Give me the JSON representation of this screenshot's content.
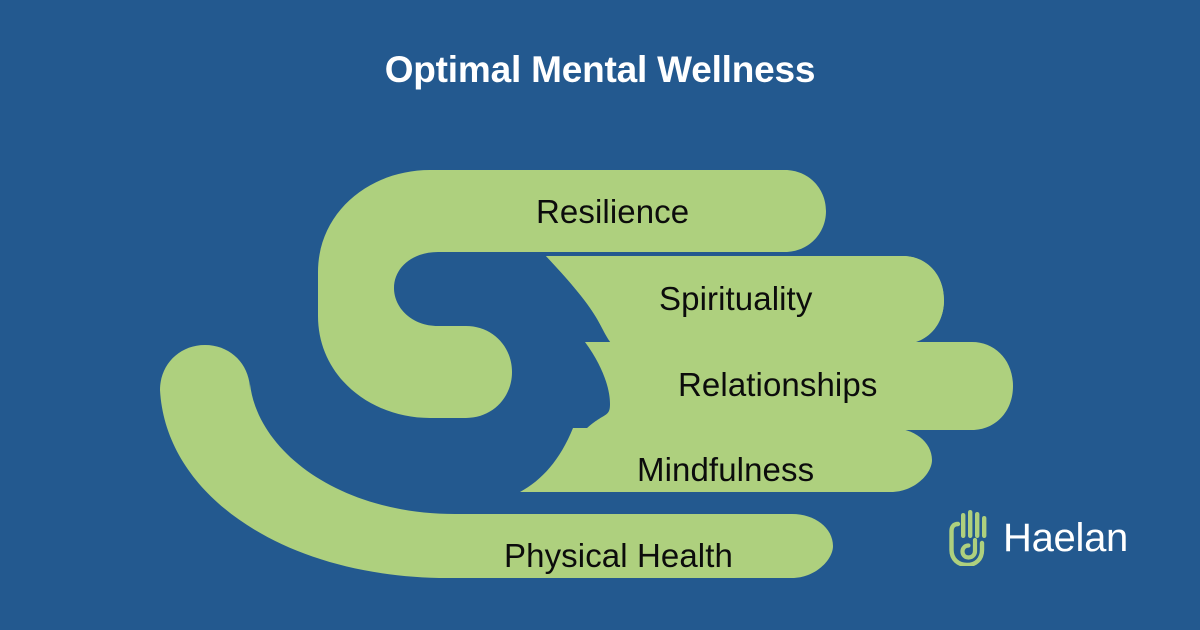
{
  "poster": {
    "title": "Optimal Mental Wellness",
    "background_color": "#23598f",
    "accent_color": "#aed07e",
    "title_color": "#ffffff",
    "label_color": "#0c0c0c"
  },
  "diagram": {
    "type": "hand-shaped stacked bars",
    "bars": [
      {
        "label": "Resilience",
        "shape": "curled-thumb-bar",
        "row": 1
      },
      {
        "label": "Spirituality",
        "shape": "finger-bar-swoop",
        "row": 2
      },
      {
        "label": "Relationships",
        "shape": "finger-bar-concave",
        "row": 3
      },
      {
        "label": "Mindfulness",
        "shape": "finger-bar-swoop",
        "row": 4
      },
      {
        "label": "Physical Health",
        "shape": "palm-arc-bar",
        "row": 5
      }
    ]
  },
  "brand": {
    "name": "Haelan",
    "mark": "hand-icon",
    "mark_color": "#aed07e",
    "name_color": "#ffffff"
  }
}
